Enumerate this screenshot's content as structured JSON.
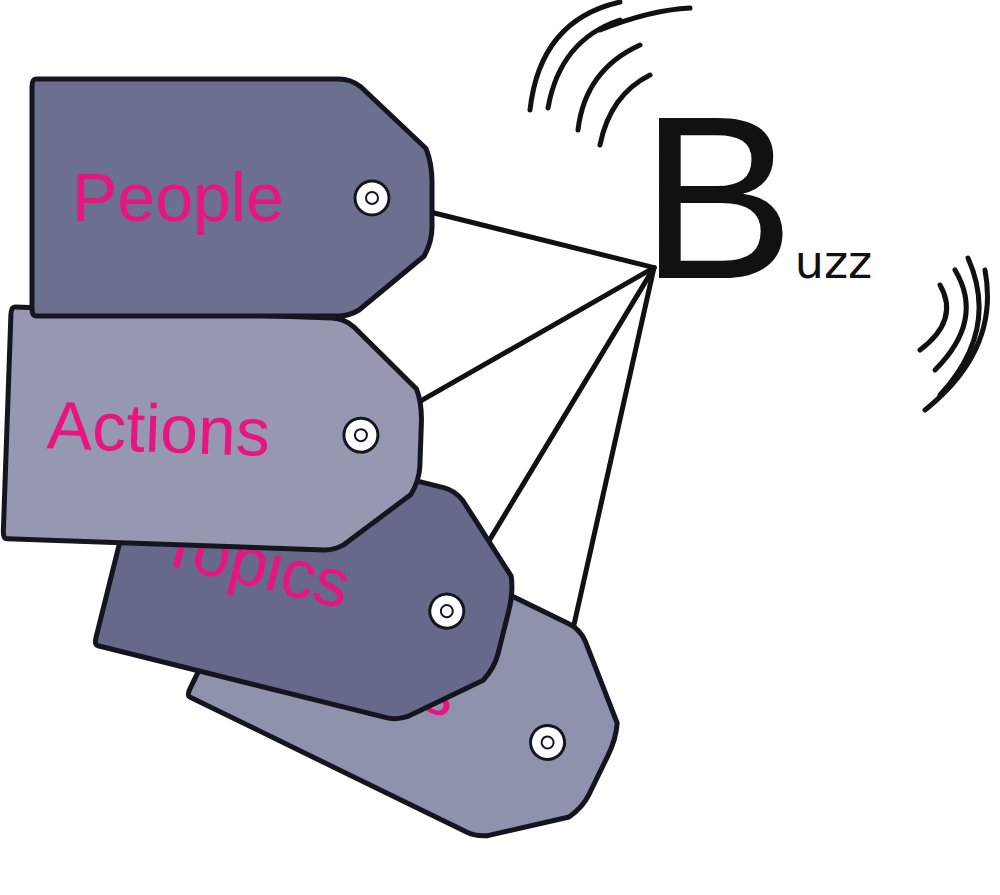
{
  "diagram": {
    "nodes": [
      {
        "text": [
          "People"
        ]
      },
      {
        "text": [
          "Actions"
        ]
      },
      {
        "text": [
          "Topics"
        ]
      },
      {
        "text": [
          "Things"
        ]
      },
      {
        "text": [
          "Buzz"
        ]
      }
    ],
    "edges": [
      {
        "from": 0,
        "to": 4,
        "arrow": "none"
      },
      {
        "from": 1,
        "to": 4,
        "arrow": "none"
      },
      {
        "from": 2,
        "to": 4,
        "arrow": "none"
      },
      {
        "from": 3,
        "to": 4,
        "arrow": "none"
      }
    ]
  }
}
